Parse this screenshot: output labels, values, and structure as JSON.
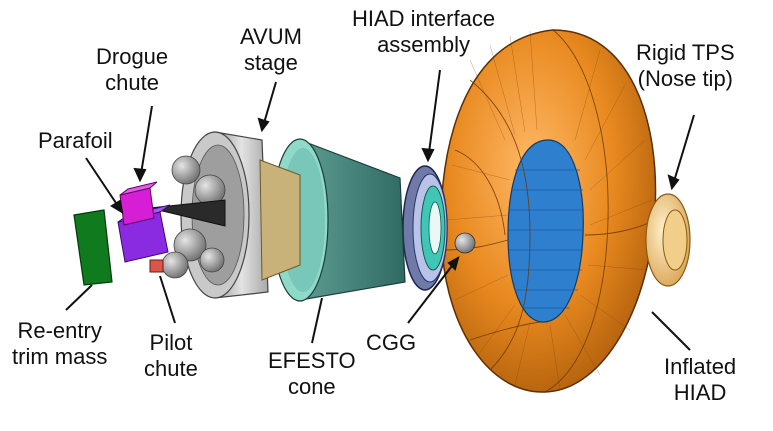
{
  "labels": {
    "drogue_chute": "Drogue\nchute",
    "avum_stage": "AVUM\nstage",
    "hiad_interface": "HIAD interface\nassembly",
    "rigid_tps": "Rigid TPS\n(Nose tip)",
    "parafoil": "Parafoil",
    "reentry_trim_mass": "Re-entry\ntrim mass",
    "pilot_chute": "Pilot\nchute",
    "efesto_cone": "EFESTO\ncone",
    "cgg": "CGG",
    "inflated_hiad": "Inflated\nHIAD"
  },
  "colors": {
    "hiad_orange": "#e8891f",
    "hiad_dark": "#b35f0c",
    "hiad_inner_blue": "#2f7fcf",
    "cone_teal": "#3d7f74",
    "cone_rim": "#8fd9c9",
    "avum_gray": "#b9b9b9",
    "trim_green": "#0f7a1e",
    "parafoil_purple": "#8a2be2",
    "drogue_magenta": "#d61ed6",
    "pilot_red": "#d9574a",
    "tps_tan": "#e6b96a",
    "tank_gold": "#c9b27a"
  }
}
